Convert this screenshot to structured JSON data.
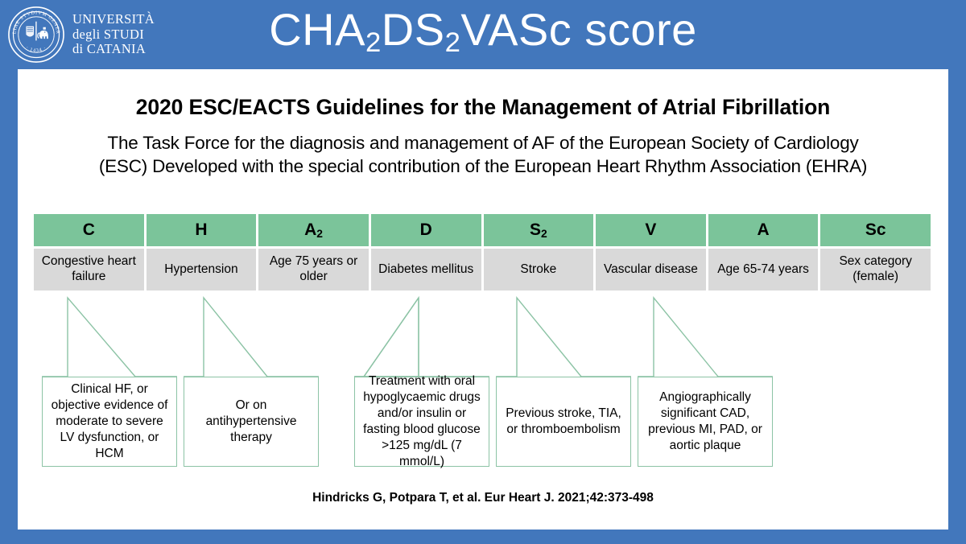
{
  "header": {
    "background_color": "#4277bc",
    "logo": {
      "name": "universita-di-catania-logo",
      "seal_motto": "SICILIAE STVDIVM GENERALE",
      "seal_year": "1434",
      "line1": "UNIVERSITÀ",
      "line2": "degli STUDI",
      "line3": "di CATANIA"
    },
    "title_parts": {
      "p1": "CHA",
      "sub1": "2",
      "p2": "DS",
      "sub2": "2",
      "p3": "VASc score"
    },
    "title_plain": "CHA2DS2VASc score"
  },
  "panel": {
    "guideline_title": "2020 ESC/EACTS Guidelines for the Management of Atrial Fibrillation",
    "guideline_subtitle_line1": "The Task Force for the diagnosis and management of AF of the European Society of Cardiology",
    "guideline_subtitle_line2": "(ESC) Developed with the special contribution of the European Heart Rhythm Association (EHRA)",
    "citation": "Hindricks G, Potpara T, et al. Eur Heart J. 2021;42:373-498"
  },
  "colors": {
    "slide_background": "#4277bc",
    "panel_background": "#ffffff",
    "header_cell": "#7bc49a",
    "body_cell": "#d9d9d9",
    "callout_border": "#8cc3a5",
    "text": "#000000"
  },
  "table": {
    "columns": [
      {
        "letter": "C",
        "subscript": "",
        "description": "Congestive heart failure"
      },
      {
        "letter": "H",
        "subscript": "",
        "description": "Hypertension"
      },
      {
        "letter": "A",
        "subscript": "2",
        "description": "Age 75 years or older"
      },
      {
        "letter": "D",
        "subscript": "",
        "description": "Diabetes mellitus"
      },
      {
        "letter": "S",
        "subscript": "2",
        "description": "Stroke"
      },
      {
        "letter": "V",
        "subscript": "",
        "description": "Vascular disease"
      },
      {
        "letter": "A",
        "subscript": "",
        "description": "Age 65-74 years"
      },
      {
        "letter": "Sc",
        "subscript": "",
        "description": "Sex category (female)"
      }
    ]
  },
  "callouts": [
    {
      "for_letter": "C",
      "text": "Clinical HF, or objective evidence of moderate to severe LV dysfunction, or HCM"
    },
    {
      "for_letter": "H",
      "text": "Or on antihypertensive therapy"
    },
    {
      "for_letter": "D",
      "text": "Treatment with oral hypoglycaemic drugs and/or insulin or fasting blood glucose >125 mg/dL (7 mmol/L)"
    },
    {
      "for_letter": "S",
      "text": "Previous stroke, TIA, or thromboembolism"
    },
    {
      "for_letter": "V",
      "text": "Angiographically significant CAD, previous MI, PAD, or aortic plaque"
    }
  ]
}
